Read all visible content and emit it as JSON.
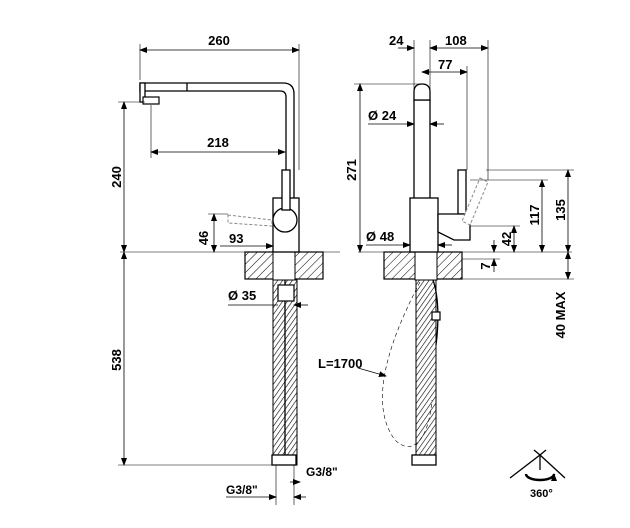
{
  "drawing": {
    "title": "Pull-out kitchen faucet dimensional drawing",
    "units": "mm"
  },
  "front_view": {
    "dims": {
      "overall_width": "260",
      "spout_reach": "218",
      "spout_height": "240",
      "handle_height": "46",
      "body_offset": "93",
      "shank_diameter": "Ø 35",
      "shank_length": "538",
      "inlet_left": "G3/8\"",
      "inlet_right": "G3/8\""
    }
  },
  "side_view": {
    "dims": {
      "spout_offset": "24",
      "depth": "108",
      "handle_reach": "77",
      "tube_diameter": "Ø 24",
      "total_height": "271",
      "base_diameter": "Ø 48",
      "lever_height": "135",
      "lever_pivot": "117",
      "lever_low": "42",
      "base_plate": "7",
      "max_deck": "40 MAX",
      "hose_length": "L=1700"
    }
  },
  "rotation": {
    "label": "360°"
  }
}
